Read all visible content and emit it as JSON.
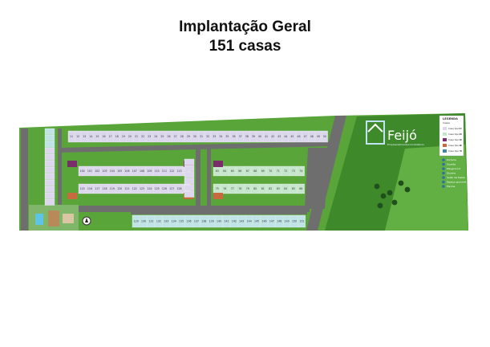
{
  "title_line1": "Implantação Geral",
  "title_line2": "151 casas",
  "brand": {
    "name": "Feijó",
    "tagline": "Empreendimentos Imobiliários"
  },
  "colors": {
    "grass": "#5aa53a",
    "grass_dark": "#3e8a2b",
    "road": "#6e6e6e",
    "lot_default": "#dcd6ee",
    "lot_green": "#c6e6cc",
    "lot_teal": "#bfe3e6",
    "lot_purple": "#7a2d6b",
    "lot_orange": "#c9693f",
    "lot_darkteal": "#3f8a96"
  },
  "lot_rows": {
    "top_row": [
      11,
      12,
      13,
      14,
      15,
      16,
      17,
      18,
      19,
      20,
      21,
      22,
      23,
      24,
      25,
      26,
      27,
      28,
      29,
      30,
      31,
      32,
      33,
      34,
      35,
      36,
      37,
      38,
      39,
      40,
      41,
      42,
      43,
      44,
      45,
      46,
      47,
      48,
      49,
      50
    ],
    "west_block_upper": [
      100,
      101,
      102,
      103,
      104,
      105,
      106,
      107,
      108,
      109,
      110,
      111,
      112,
      113,
      114
    ],
    "west_block_lower": [
      115,
      116,
      117,
      118,
      119,
      120,
      121,
      122,
      123,
      124,
      125,
      126,
      127,
      128,
      129
    ],
    "east_block_upper": [
      63,
      64,
      65,
      66,
      67,
      68,
      69,
      70,
      71,
      72,
      73,
      74
    ],
    "east_block_lower": [
      75,
      76,
      77,
      78,
      79,
      80,
      81,
      82,
      83,
      84,
      85,
      86
    ],
    "bottom_row": [
      129,
      130,
      131,
      132,
      133,
      134,
      135,
      136,
      137,
      138,
      139,
      140,
      141,
      142,
      143,
      144,
      145,
      146,
      147,
      148,
      149,
      150,
      151
    ]
  },
  "legend": {
    "title": "LEGENDA",
    "subtitle": "Casas",
    "types": [
      {
        "label": "Casa tipo 1",
        "count": "97",
        "color": "#dcd6ee"
      },
      {
        "label": "Casa tipo 2",
        "count": "24",
        "color": "#c6e6cc"
      },
      {
        "label": "Casa tipo 3",
        "count": "12",
        "color": "#7a2d6b"
      },
      {
        "label": "Casa tipo 4",
        "count": "10",
        "color": "#c9693f"
      },
      {
        "label": "Casa tipo 5",
        "count": "8",
        "color": "#3f8a96"
      }
    ],
    "amenities": [
      "Portaria",
      "Guarita",
      "Playground",
      "Quadra",
      "Salão de festas",
      "Espaço gourmet",
      "Piscina"
    ]
  }
}
